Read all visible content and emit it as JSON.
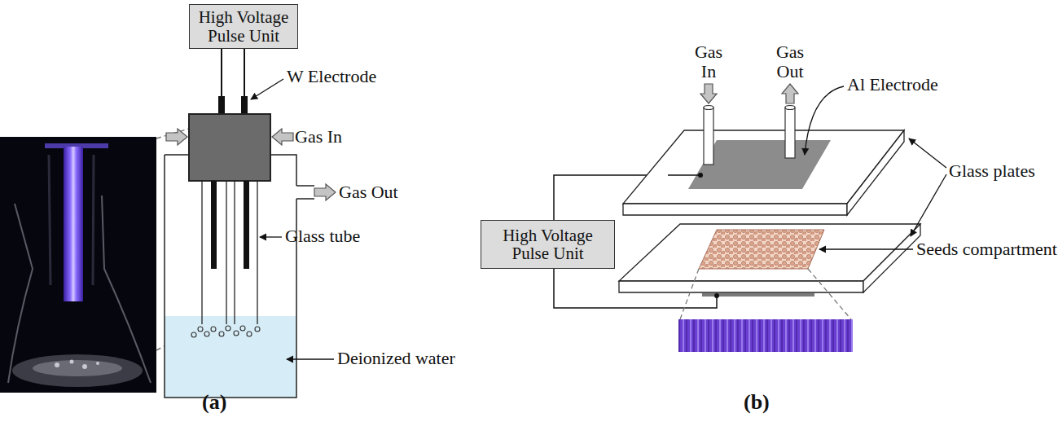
{
  "diagram": {
    "nodes": [
      {
        "text": [
          "High Voltage Pulse Unit"
        ]
      },
      {
        "text": [
          "High Voltage Pulse Unit"
        ]
      }
    ],
    "labels": [
      "W Electrode",
      "Gas In",
      "Gas Out",
      "Glass tube",
      "Deionized water",
      "(a)",
      "Gas In",
      "Gas Out",
      "Al Electrode",
      "Glass plates",
      "Seeds compartment",
      "(b)"
    ]
  }
}
